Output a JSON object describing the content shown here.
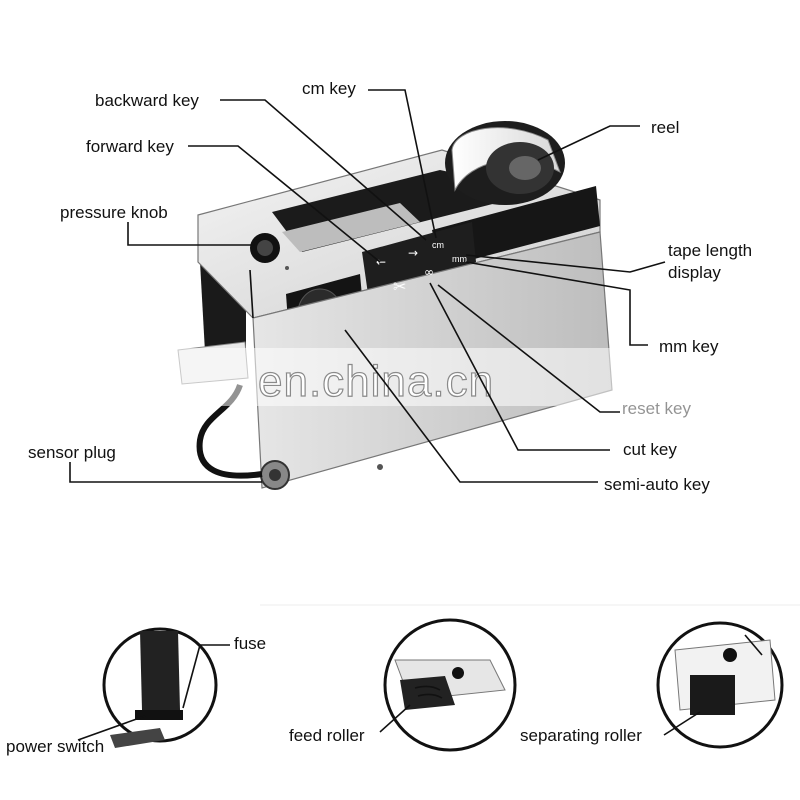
{
  "labels": {
    "cm_key": "cm key",
    "backward_key": "backward key",
    "forward_key": "forward key",
    "reel": "reel",
    "pressure_knob": "pressure knob",
    "tape_length_display_line1": "tape length",
    "tape_length_display_line2": "display",
    "mm_key": "mm key",
    "reset_key": "reset key",
    "cut_key": "cut key",
    "sensor_plug": "sensor plug",
    "semi_auto_key": "semi-auto key",
    "fuse": "fuse",
    "power_switch": "power switch",
    "feed_roller": "feed roller",
    "separating_roller": "separating roller"
  },
  "watermark": "en.china.cn",
  "keypad_marks": {
    "cm": "cm",
    "mm": "mm"
  },
  "icons": [
    "backward-arrow-icon",
    "forward-arrow-icon",
    "scissors-icon",
    "semi-auto-icon"
  ]
}
